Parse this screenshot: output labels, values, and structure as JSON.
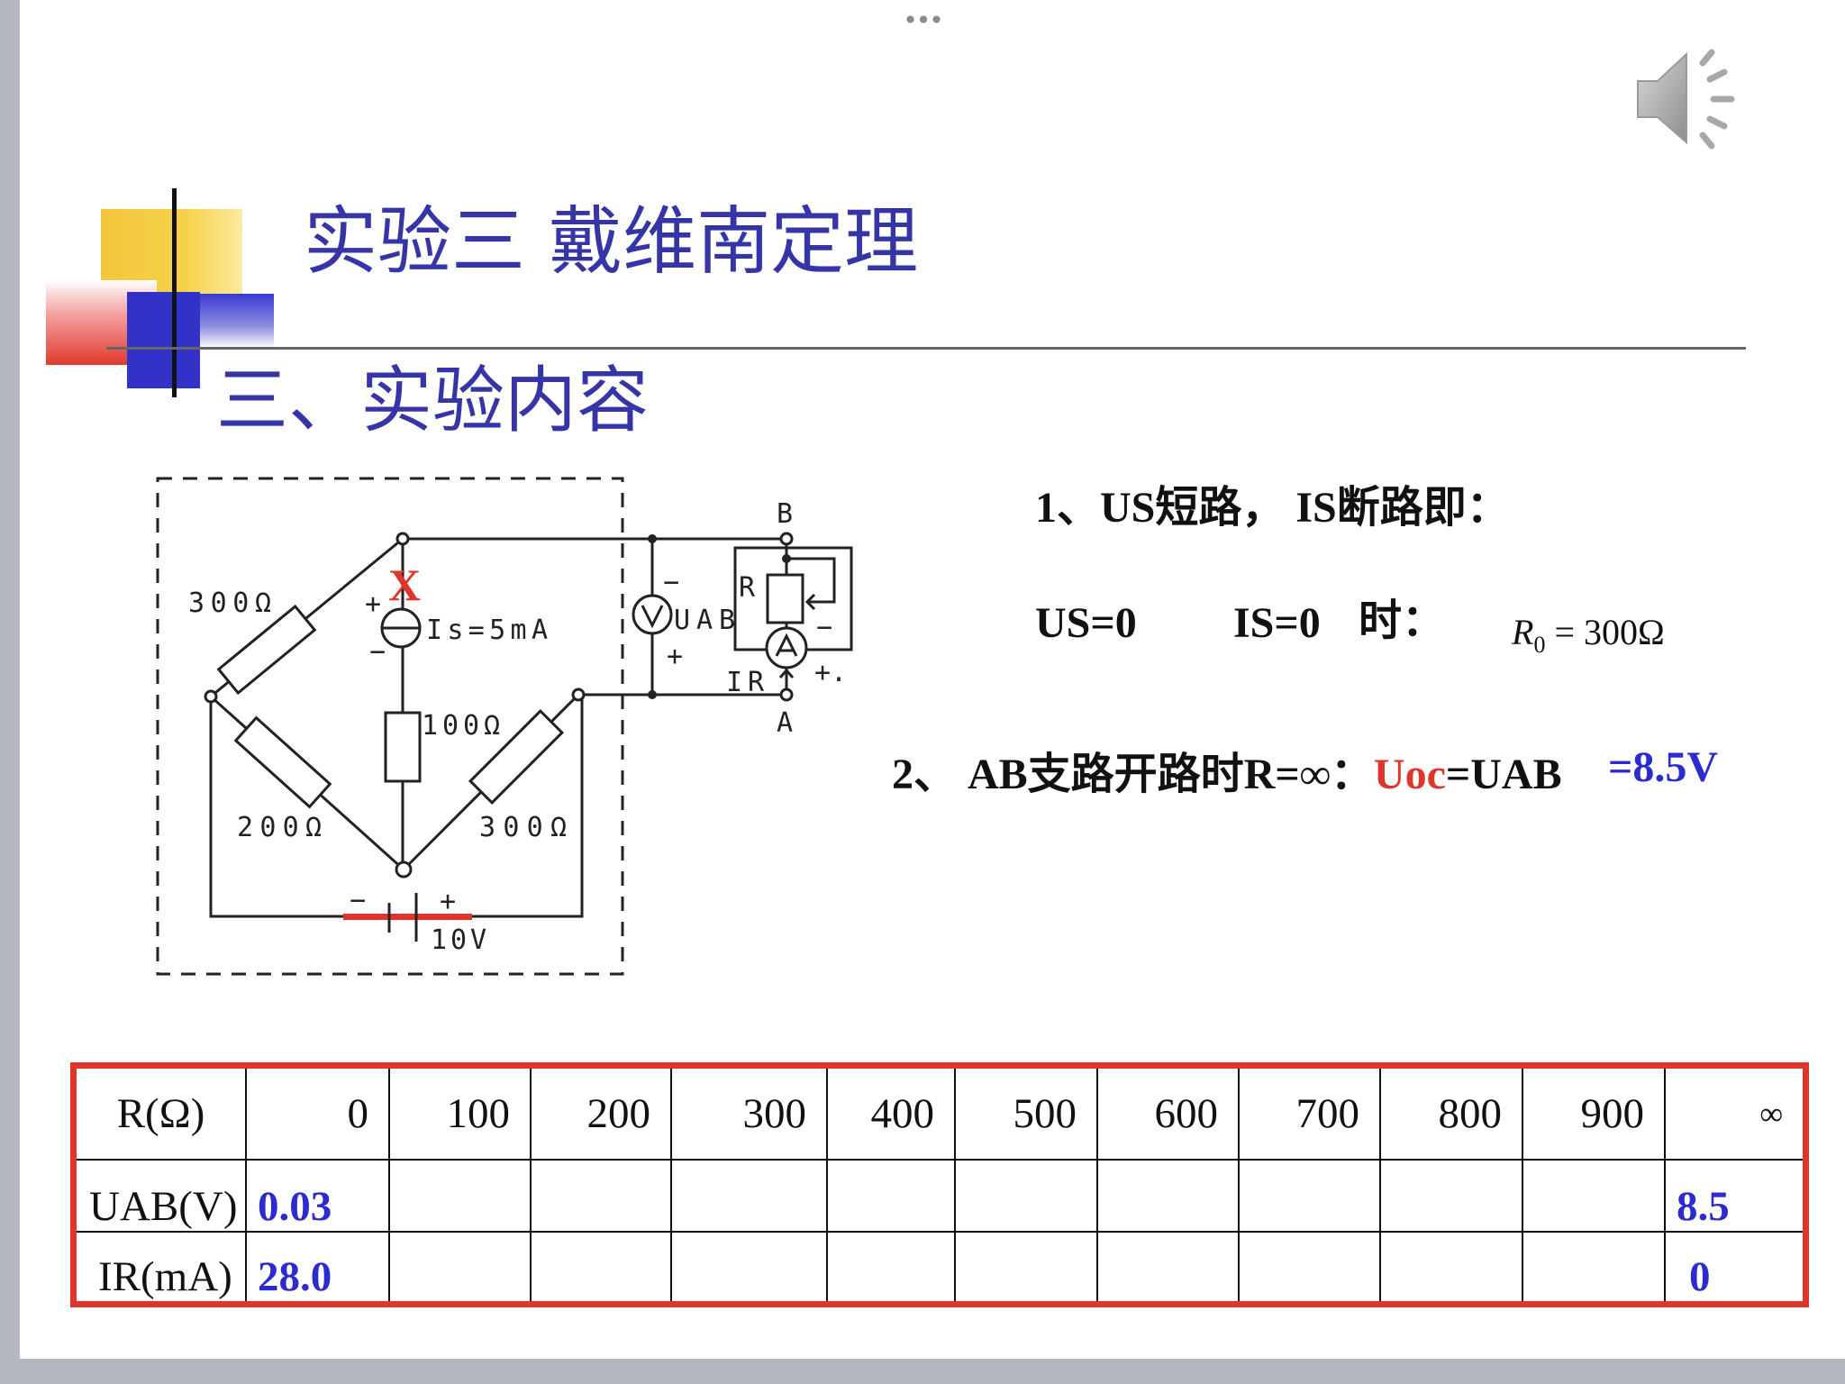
{
  "ui": {
    "more_icon": "more-dots-icon",
    "speaker_icon": "speaker-sound-icon",
    "more_dots": "•••"
  },
  "title": "实验三 戴维南定理",
  "subtitle": "三、实验内容",
  "circuit": {
    "r_top_left": "300Ω",
    "source_label": "Is=5mA",
    "source_plus": "+",
    "source_minus": "−",
    "cross_mark": "X",
    "r_middle": "100Ω",
    "r_bottom_left": "200Ω",
    "r_bottom_right": "300Ω",
    "battery_minus": "−",
    "battery_plus": "+",
    "battery_label": "10V",
    "node_b": "B",
    "node_a": "A",
    "voltmeter_label": "UAB",
    "voltmeter_minus": "−",
    "voltmeter_plus": "+",
    "resistor_label": "R",
    "ammeter_label": "IR",
    "ammeter_minus": "−",
    "ammeter_plus": "+."
  },
  "notes": {
    "line1": "1、US短路， IS断路即：",
    "us0": "US=0",
    "is0": "IS=0",
    "shi": "时：",
    "r0_symbol": "R",
    "r0_sub": "0",
    "r0_value": " = 300Ω",
    "line2_prefix": "2、 AB支路开路时R=∞：",
    "uoc": "Uoc",
    "uab": "=UAB",
    "uoc_value": "=8.5V"
  },
  "colors": {
    "title": "#3535a8",
    "accent_red": "#e0352b",
    "value_blue": "#2b2bd0"
  },
  "table": {
    "headers": [
      "R(Ω)",
      "0",
      "100",
      "200",
      "300",
      "400",
      "500",
      "600",
      "700",
      "800",
      "900",
      "∞"
    ],
    "rows": [
      {
        "label": "UAB(V)",
        "values": [
          "0.03",
          "",
          "",
          "",
          "",
          "",
          "",
          "",
          "",
          "",
          "8.5"
        ]
      },
      {
        "label": "IR(mA)",
        "values": [
          "28.0",
          "",
          "",
          "",
          "",
          "",
          "",
          "",
          "",
          "",
          "0"
        ]
      }
    ]
  }
}
